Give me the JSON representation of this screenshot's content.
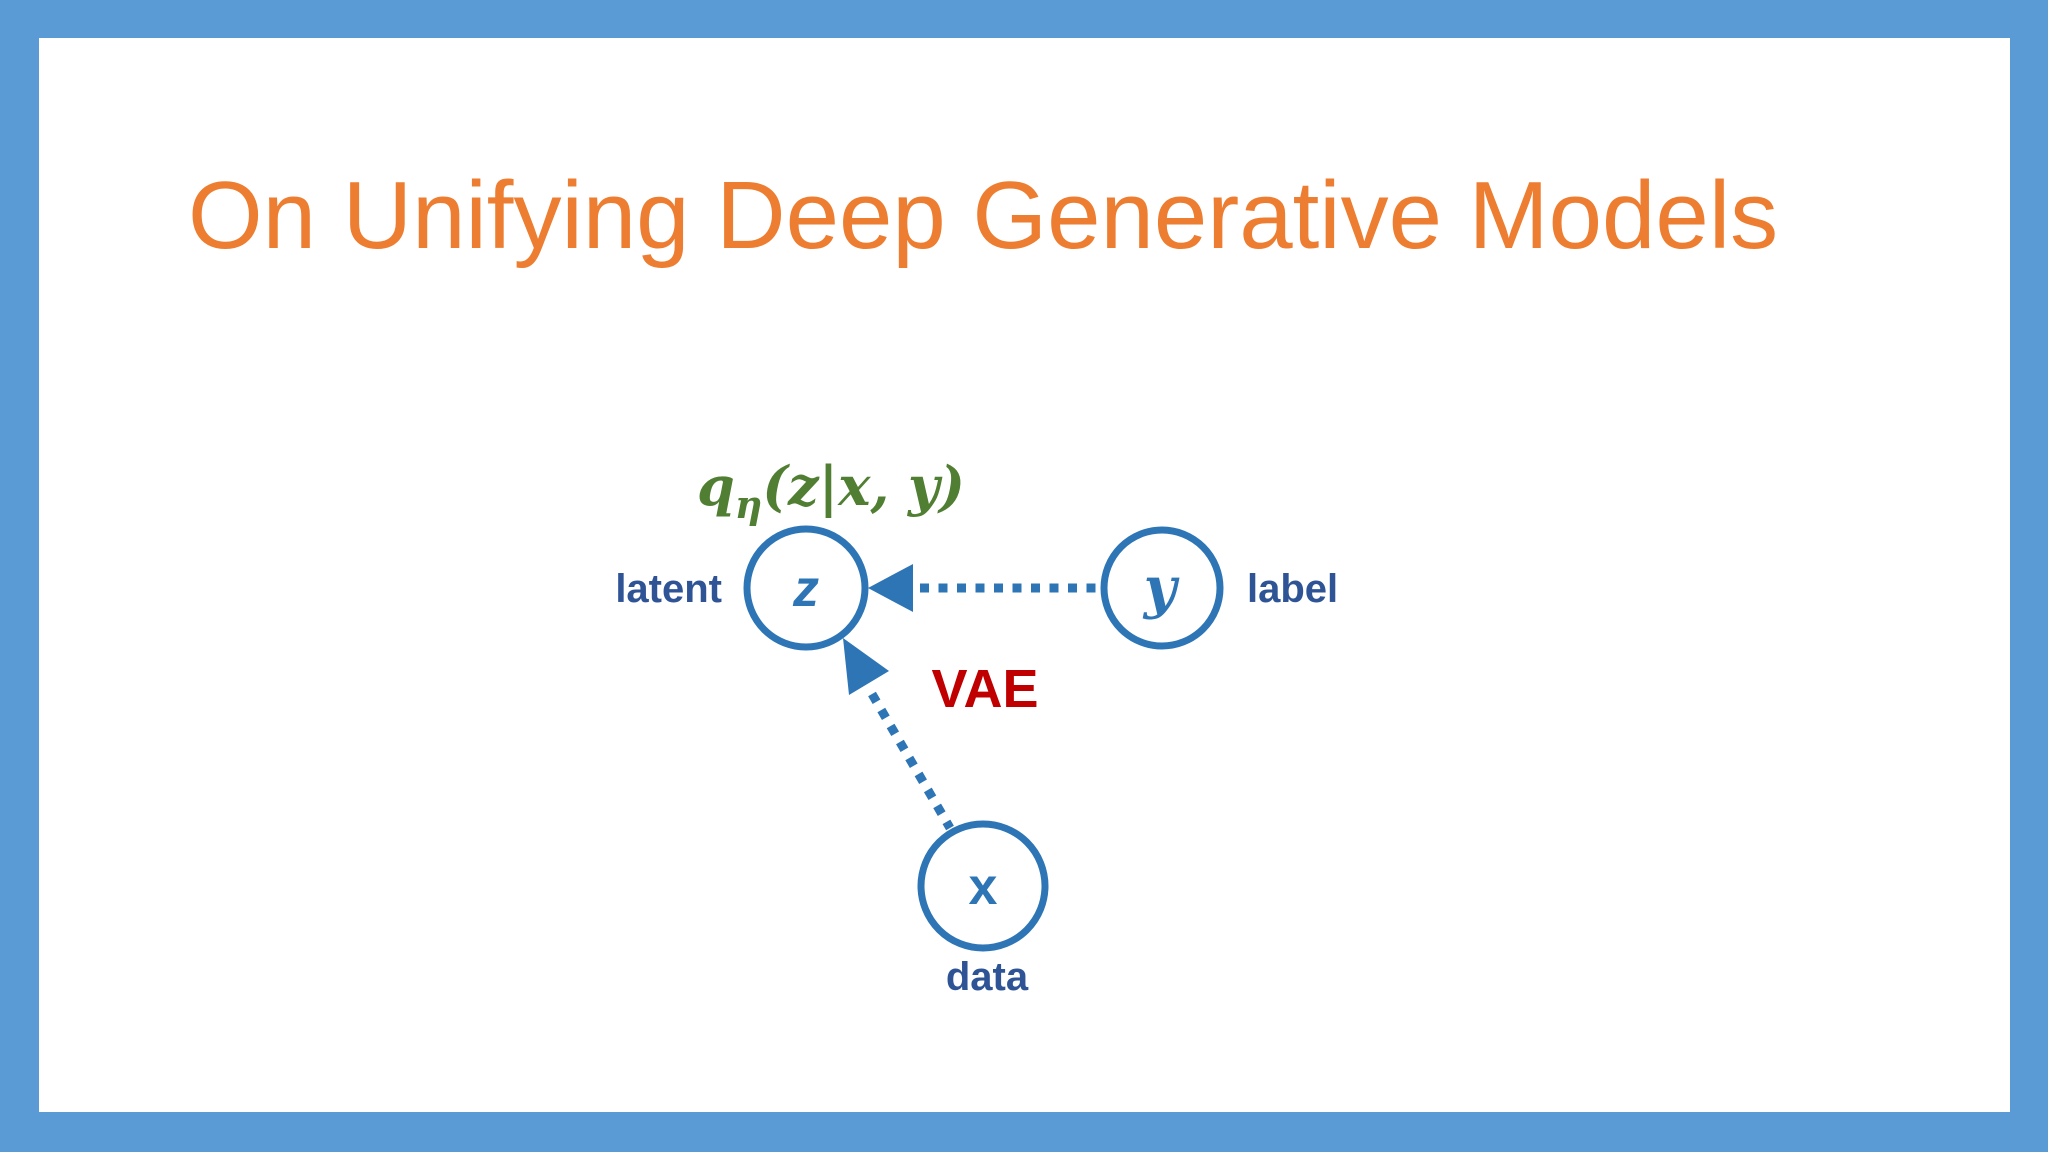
{
  "slide": {
    "title": "On Unifying Deep Generative Models"
  },
  "diagram": {
    "formula": {
      "q": "q",
      "subscript": "η",
      "rest": "(z|x, y)",
      "full": "qη(z|x, y)"
    },
    "nodes": [
      {
        "id": "z",
        "letter": "z",
        "annotation": "latent"
      },
      {
        "id": "y",
        "letter": "y",
        "annotation": "label"
      },
      {
        "id": "x",
        "letter": "x",
        "annotation": "data"
      }
    ],
    "edges": [
      {
        "from": "y",
        "to": "z",
        "style": "dotted-arrow"
      },
      {
        "from": "x",
        "to": "z",
        "style": "dotted-arrow"
      }
    ],
    "edge_label": "VAE"
  },
  "colors": {
    "frame_blue": "#5b9bd5",
    "node_blue": "#2e75b6",
    "annotation_navy": "#2f5496",
    "title_orange": "#ed7d31",
    "formula_green": "#507e32",
    "vae_red": "#c00000",
    "slide_background": "#ffffff"
  }
}
